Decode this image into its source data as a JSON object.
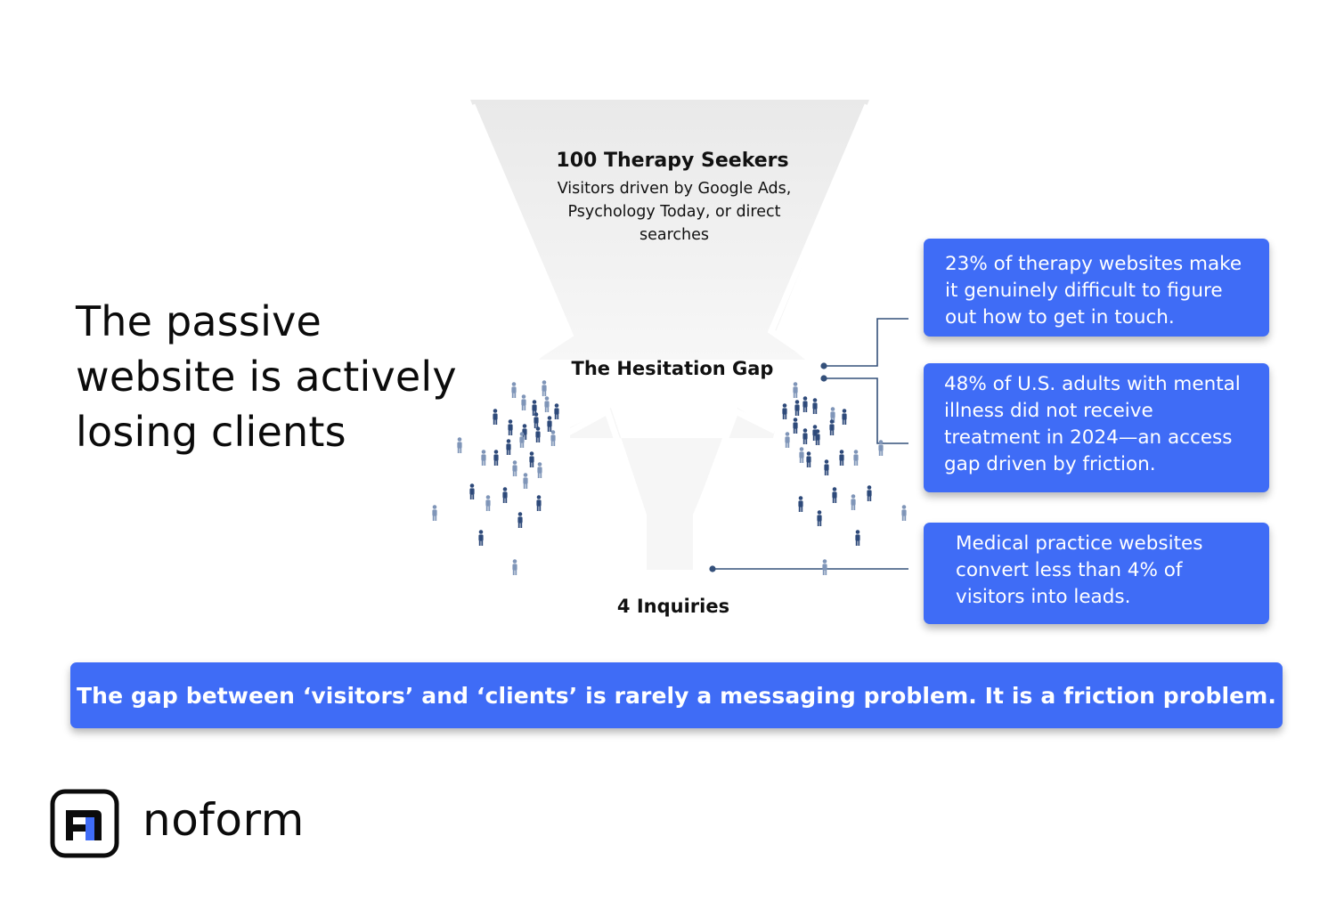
{
  "headline": "The passive website is actively losing clients",
  "funnel": {
    "top_title": "100 Therapy Seekers",
    "top_subtitle": "Visitors driven by Google Ads, Psychology Today, or direct searches",
    "gap_title": "The Hesitation Gap",
    "bottom_title": "4 Inquiries"
  },
  "stats": [
    "23% of therapy websites make it genuinely difficult to figure out how to get in touch.",
    "48% of U.S. adults with mental illness did not receive treatment in 2024—an access gap driven by friction.",
    "Medical practice websites convert less than 4% of visitors into leads."
  ],
  "banner": "The gap between ‘visitors’ and ‘clients’ is rarely a messaging problem. It is a friction problem.",
  "brand": {
    "name": "noform",
    "accent": "#3f6cf6",
    "connector": "#34507a",
    "people_dark": "#2e4a7a",
    "people_light": "#7f95b8"
  }
}
